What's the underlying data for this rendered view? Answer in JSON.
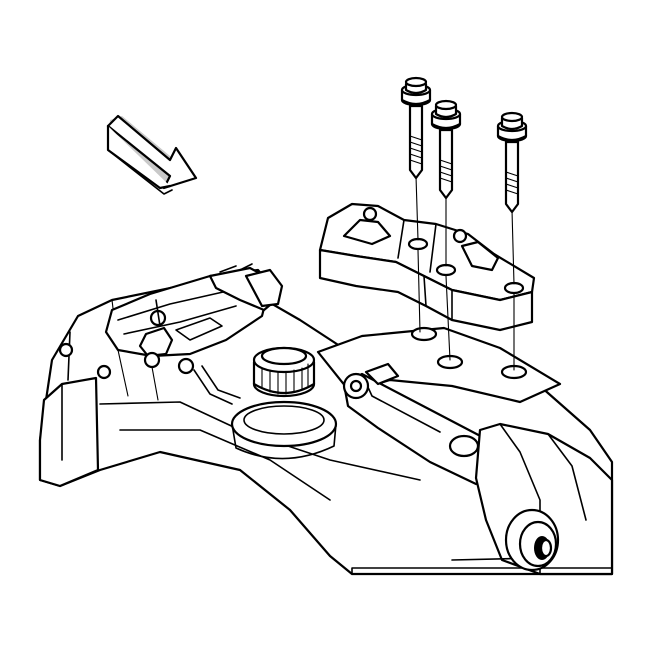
{
  "figure": {
    "background": "#ffffff",
    "line_color": "#000000",
    "shade_color": "#c9c9c9",
    "arrow_fill": "#ffffff",
    "parts": [
      "direction-arrow",
      "transmission-housing",
      "range-selector-switch",
      "fill-cap",
      "mount-bracket",
      "bolt-1",
      "bolt-2",
      "bolt-3",
      "output-shaft-seal"
    ]
  }
}
